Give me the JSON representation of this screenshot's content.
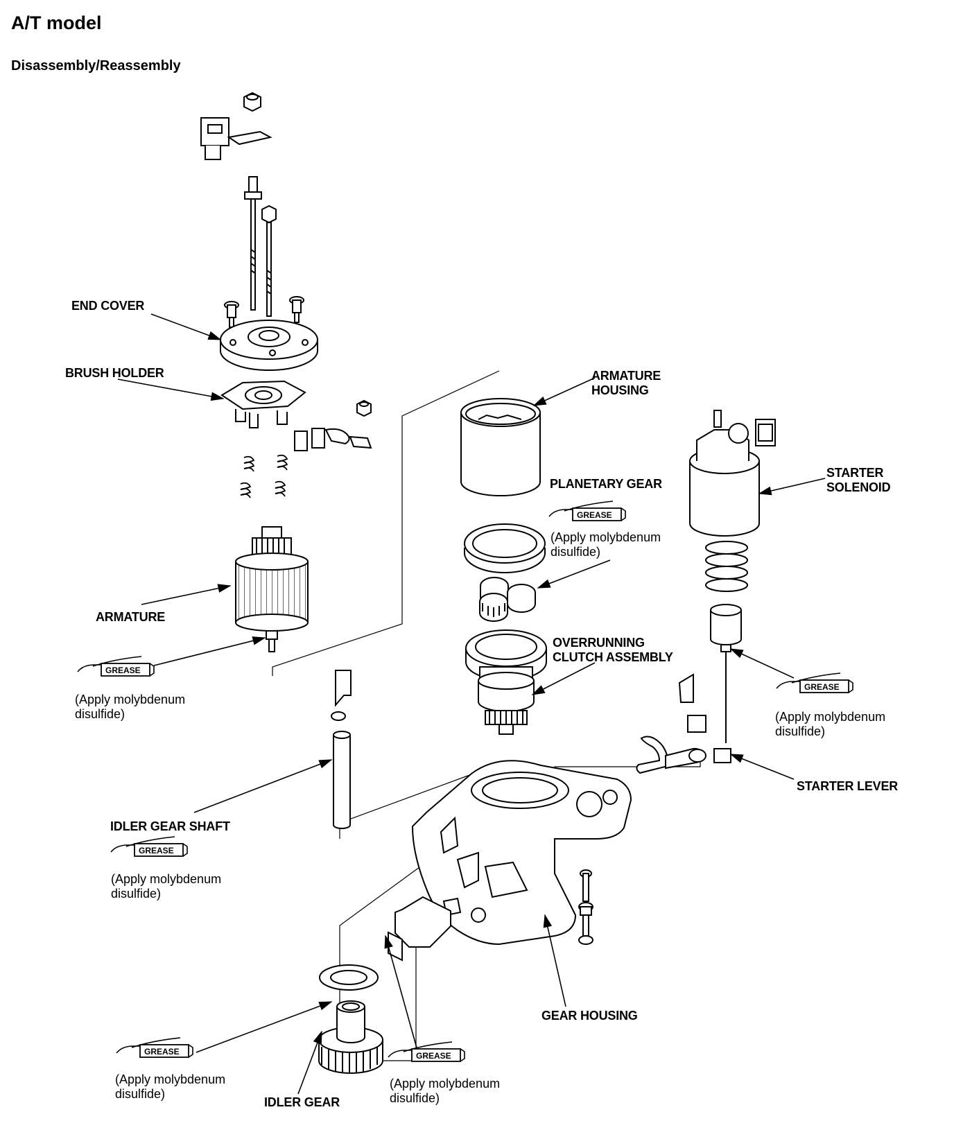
{
  "header": {
    "title": "A/T model",
    "subtitle": "Disassembly/Reassembly"
  },
  "labels": {
    "end_cover": "END COVER",
    "brush_holder": "BRUSH HOLDER",
    "armature": "ARMATURE",
    "armature_housing": "ARMATURE\nHOUSING",
    "planetary_gear": "PLANETARY GEAR",
    "starter_solenoid": "STARTER\nSOLENOID",
    "overrunning_clutch": "OVERRUNNING\nCLUTCH ASSEMBLY",
    "starter_lever": "STARTER LEVER",
    "idler_gear_shaft": "IDLER GEAR SHAFT",
    "gear_housing": "GEAR HOUSING",
    "idler_gear": "IDLER GEAR"
  },
  "grease": {
    "label": "GREASE",
    "note": "(Apply molybdenum\ndisulfide)"
  }
}
